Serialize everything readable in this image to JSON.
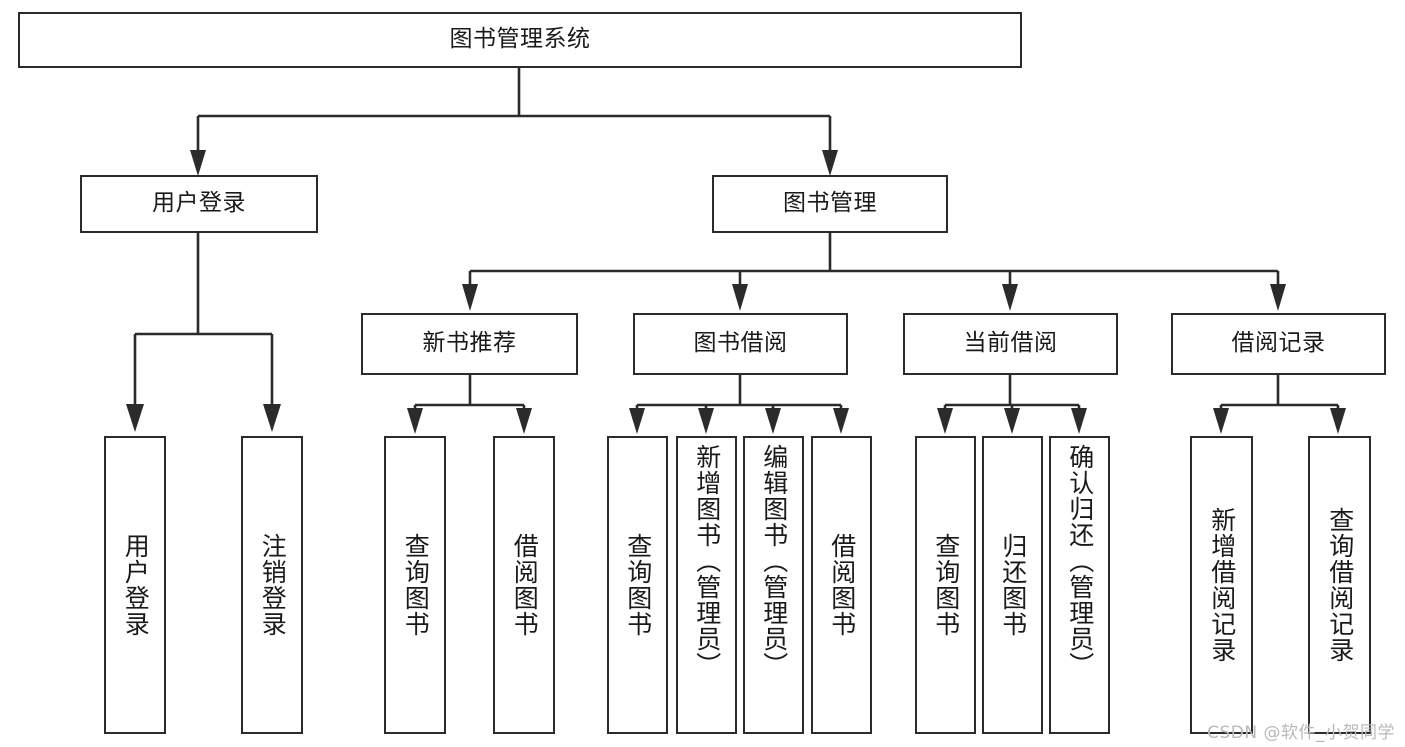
{
  "diagram": {
    "type": "tree-hierarchy-chart",
    "title": "图书管理系统",
    "root": {
      "id": "root",
      "label": "图书管理系统"
    },
    "level2": [
      {
        "id": "user-login",
        "label": "用户登录"
      },
      {
        "id": "book-management",
        "label": "图书管理"
      }
    ],
    "level3": [
      {
        "id": "new-book-recommend",
        "label": "新书推荐"
      },
      {
        "id": "book-borrow",
        "label": "图书借阅"
      },
      {
        "id": "current-borrow",
        "label": "当前借阅"
      },
      {
        "id": "borrow-record",
        "label": "借阅记录"
      }
    ],
    "leaves": {
      "user_login": [
        {
          "id": "leaf-user-login",
          "label": "用户登录"
        },
        {
          "id": "leaf-logout-login",
          "label": "注销登录"
        }
      ],
      "new_book_recommend": [
        {
          "id": "leaf-query-book-1",
          "label": "查询图书"
        },
        {
          "id": "leaf-borrow-book-1",
          "label": "借阅图书"
        }
      ],
      "book_borrow": [
        {
          "id": "leaf-query-book-2",
          "label": "查询图书"
        },
        {
          "id": "leaf-add-book",
          "label": "新增图书（管理员）"
        },
        {
          "id": "leaf-edit-book",
          "label": "编辑图书（管理员）"
        },
        {
          "id": "leaf-borrow-book-2",
          "label": "借阅图书"
        }
      ],
      "current_borrow": [
        {
          "id": "leaf-query-book-3",
          "label": "查询图书"
        },
        {
          "id": "leaf-return-book",
          "label": "归还图书"
        },
        {
          "id": "leaf-confirm-return",
          "label": "确认归还（管理员）"
        }
      ],
      "borrow_record": [
        {
          "id": "leaf-add-borrow-record",
          "label": "新增借阅记录"
        },
        {
          "id": "leaf-query-borrow-record",
          "label": "查询借阅记录"
        }
      ]
    }
  },
  "watermark": {
    "text": "CSDN @软件_小贺同学"
  },
  "colors": {
    "stroke": "#2b2b2b",
    "fill": "#ffffff",
    "text": "#1a1a1a",
    "watermark": "#b9b9b9"
  }
}
